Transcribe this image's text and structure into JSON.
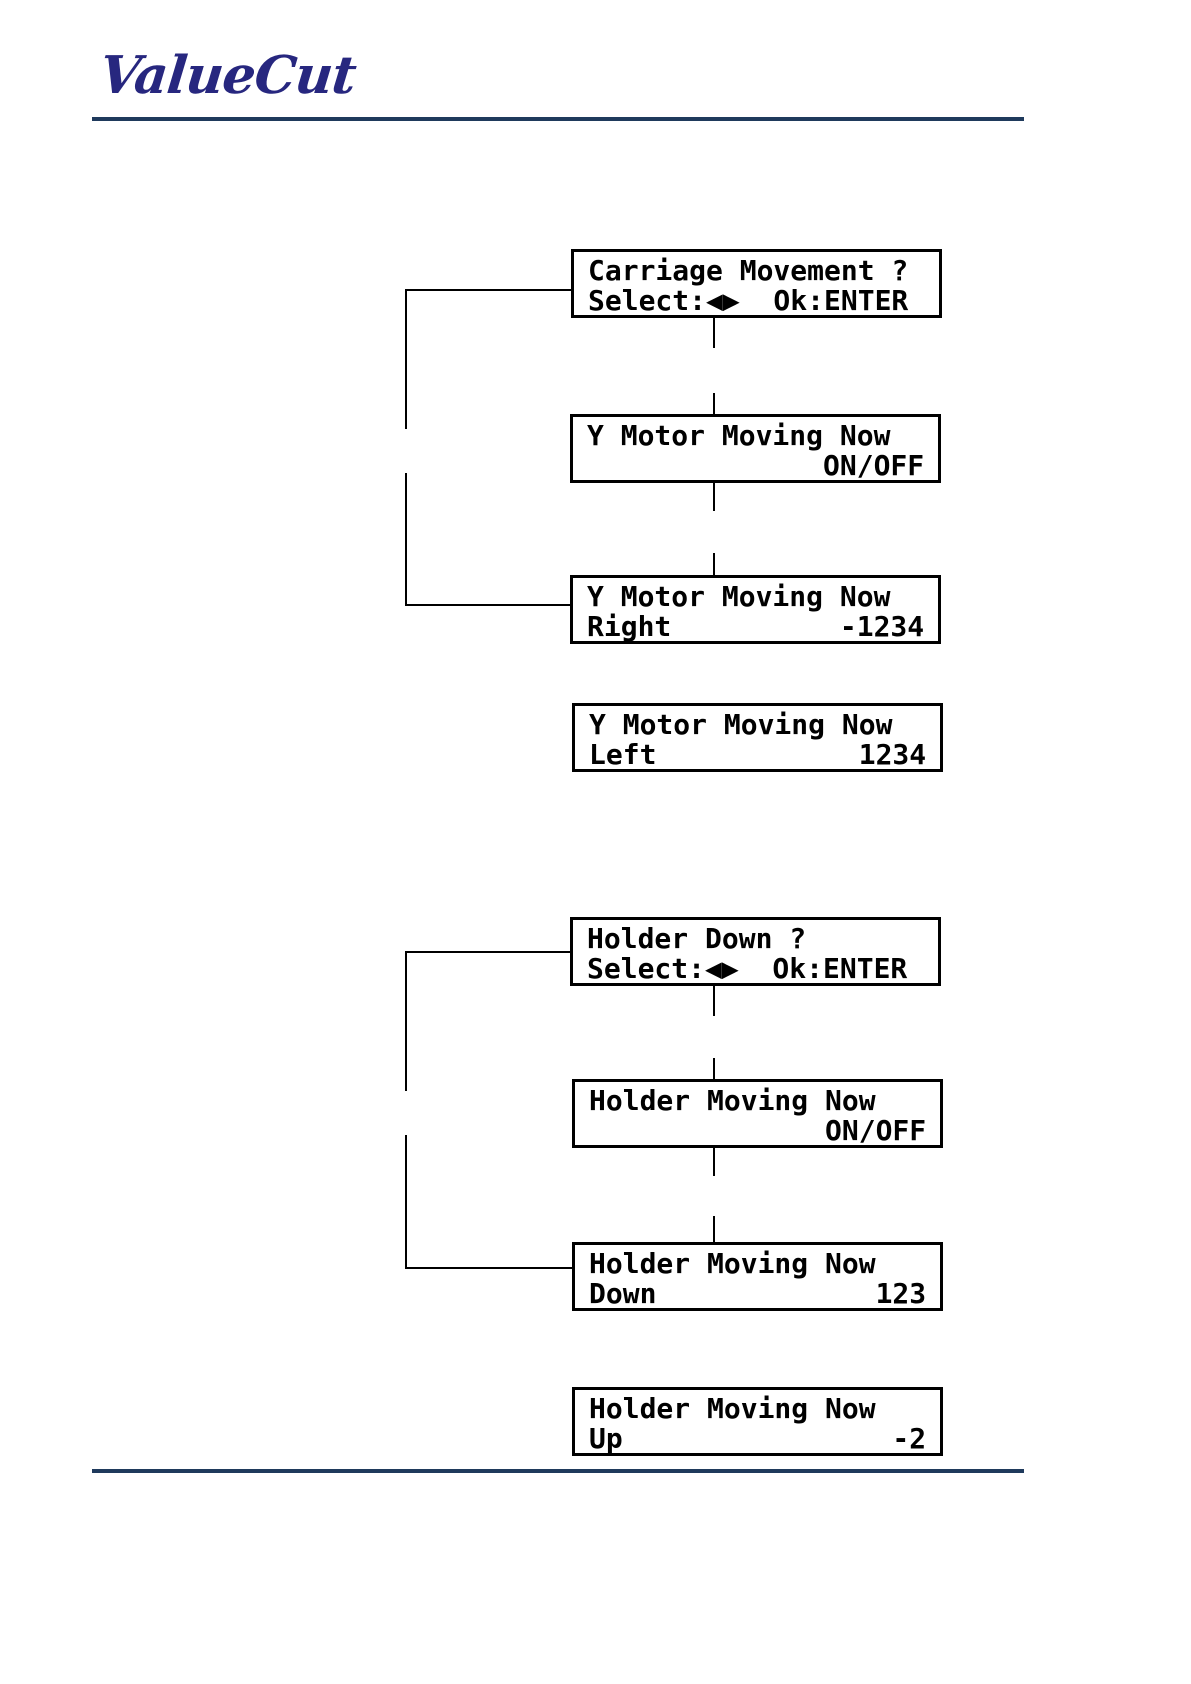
{
  "logo": {
    "text": "ValueCut"
  },
  "colors": {
    "logo_navy": "#27277f",
    "rule_blue": "#1f3a5c",
    "lcd_text": "#000000"
  },
  "screens": [
    {
      "name": "carriage-movement-prompt",
      "line1": "Carriage Movement ?",
      "line2": "Select:◀▶  Ok:ENTER"
    },
    {
      "name": "y-motor-on-off",
      "line1": "Y Motor Moving Now",
      "line2": "              ON/OFF"
    },
    {
      "name": "y-motor-right",
      "line1": "Y Motor Moving Now",
      "line2": "Right          -1234"
    },
    {
      "name": "y-motor-left",
      "line1": "Y Motor Moving Now",
      "line2": "Left            1234"
    },
    {
      "name": "holder-down-prompt",
      "line1": "Holder Down ?",
      "line2": "Select:◀▶  Ok:ENTER"
    },
    {
      "name": "holder-on-off",
      "line1": "Holder Moving Now",
      "line2": "              ON/OFF"
    },
    {
      "name": "holder-moving-down",
      "line1": "Holder Moving Now",
      "line2": "Down             123"
    },
    {
      "name": "holder-moving-up",
      "line1": "Holder Moving Now",
      "line2": "Up                -2"
    }
  ]
}
